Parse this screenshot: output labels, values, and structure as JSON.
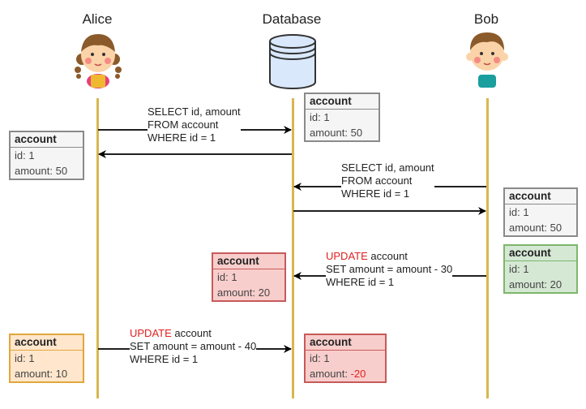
{
  "actors": {
    "alice": "Alice",
    "database": "Database",
    "bob": "Bob"
  },
  "messages": {
    "alice_select": [
      "SELECT id, amount",
      "FROM account",
      "WHERE id = 1"
    ],
    "bob_select": [
      "SELECT id, amount",
      "FROM account",
      "WHERE id = 1"
    ],
    "bob_update": {
      "kw": "UPDATE",
      "rest": " account",
      "line2": "SET amount = amount - 30",
      "line3": "WHERE id = 1"
    },
    "alice_update": {
      "kw": "UPDATE",
      "rest": " account",
      "line2": "SET amount = amount - 40",
      "line3": "WHERE id = 1"
    }
  },
  "cards": {
    "db_initial": {
      "title": "account",
      "id": "id: 1",
      "amount": "amount: 50"
    },
    "alice_read": {
      "title": "account",
      "id": "id: 1",
      "amount": "amount: 50"
    },
    "bob_read": {
      "title": "account",
      "id": "id: 1",
      "amount": "amount: 50"
    },
    "bob_local": {
      "title": "account",
      "id": "id: 1",
      "amount": "amount: 20"
    },
    "db_after_bob": {
      "title": "account",
      "id": "id: 1",
      "amount": "amount: 20"
    },
    "alice_local": {
      "title": "account",
      "id": "id: 1",
      "amount": "amount: 10"
    },
    "db_final": {
      "title": "account",
      "id": "id: 1",
      "amount_label": "amount: ",
      "amount_value": "-20"
    }
  },
  "colors": {
    "lifeline": "#d8b74f",
    "keyword": "#e02020",
    "gray_card": "#f5f5f5",
    "red_card": "#f8cecc",
    "green_card": "#d5e8d4",
    "orange_card": "#ffe6cc",
    "database_fill": "#dae8fc"
  }
}
